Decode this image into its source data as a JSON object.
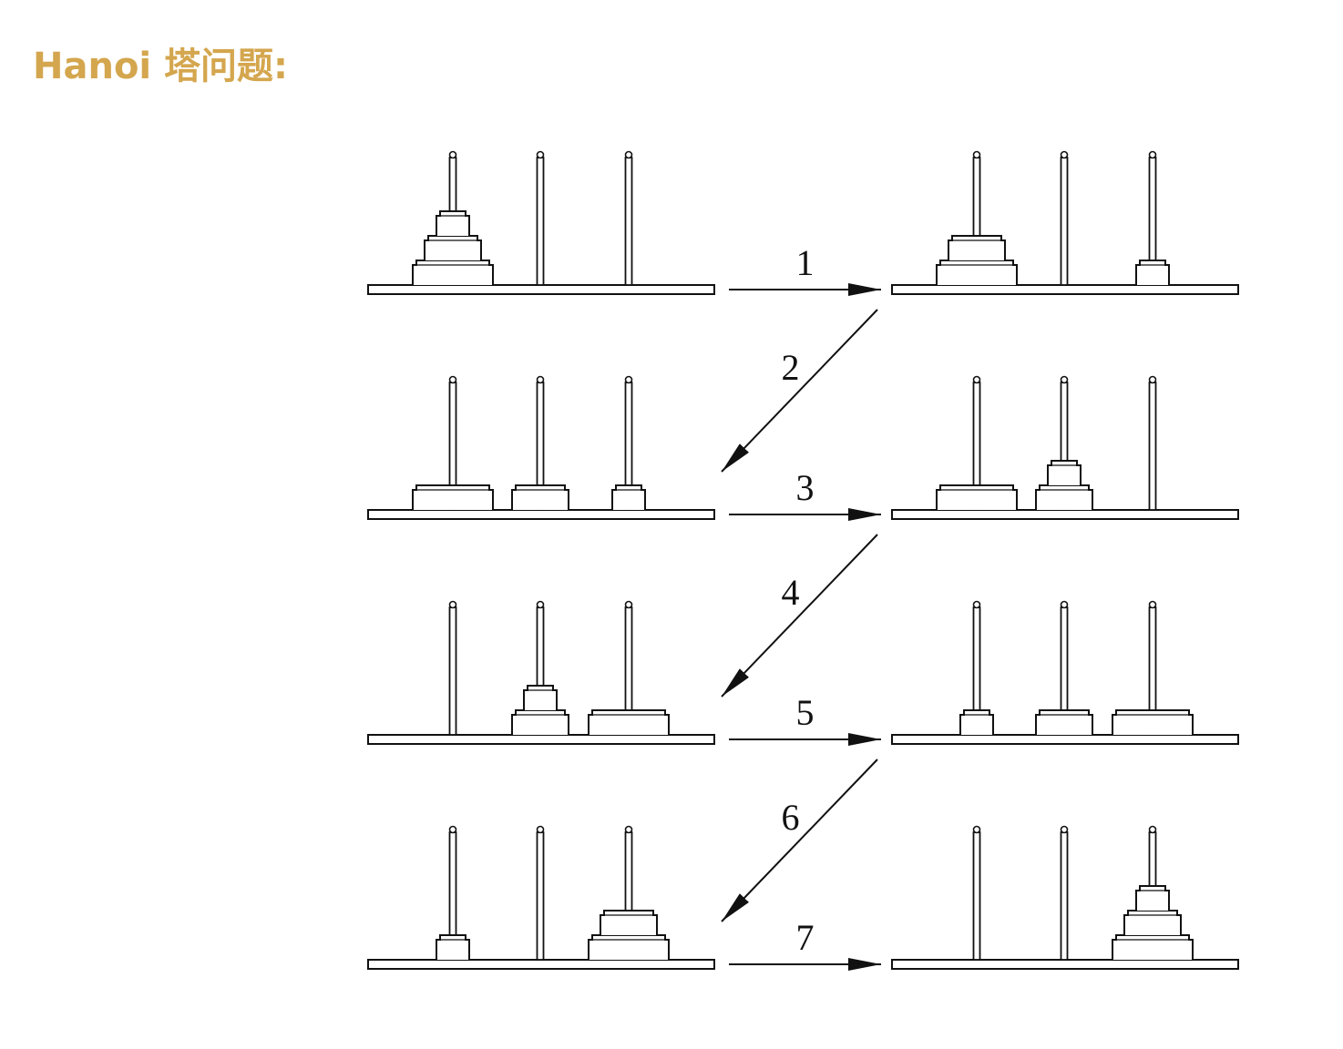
{
  "title": "Hanoi 塔问题:",
  "colors": {
    "title": "#d4a64e",
    "ink": "#111111"
  },
  "diagram": {
    "states": [
      [
        [
          3,
          2,
          1
        ],
        [],
        []
      ],
      [
        [
          3,
          2
        ],
        [],
        [
          1
        ]
      ],
      [
        [
          3
        ],
        [
          2
        ],
        [
          1
        ]
      ],
      [
        [
          3
        ],
        [
          2,
          1
        ],
        []
      ],
      [
        [],
        [
          2,
          1
        ],
        [
          3
        ]
      ],
      [
        [
          1
        ],
        [
          2
        ],
        [
          3
        ]
      ],
      [
        [
          1
        ],
        [],
        [
          3,
          2
        ]
      ],
      [
        [],
        [],
        [
          3,
          2,
          1
        ]
      ]
    ],
    "moves": [
      {
        "label": "1",
        "from": 0,
        "to": 1
      },
      {
        "label": "2",
        "from": 1,
        "to": 2
      },
      {
        "label": "3",
        "from": 2,
        "to": 3
      },
      {
        "label": "4",
        "from": 3,
        "to": 4
      },
      {
        "label": "5",
        "from": 4,
        "to": 5
      },
      {
        "label": "6",
        "from": 5,
        "to": 6
      },
      {
        "label": "7",
        "from": 6,
        "to": 7
      }
    ]
  }
}
